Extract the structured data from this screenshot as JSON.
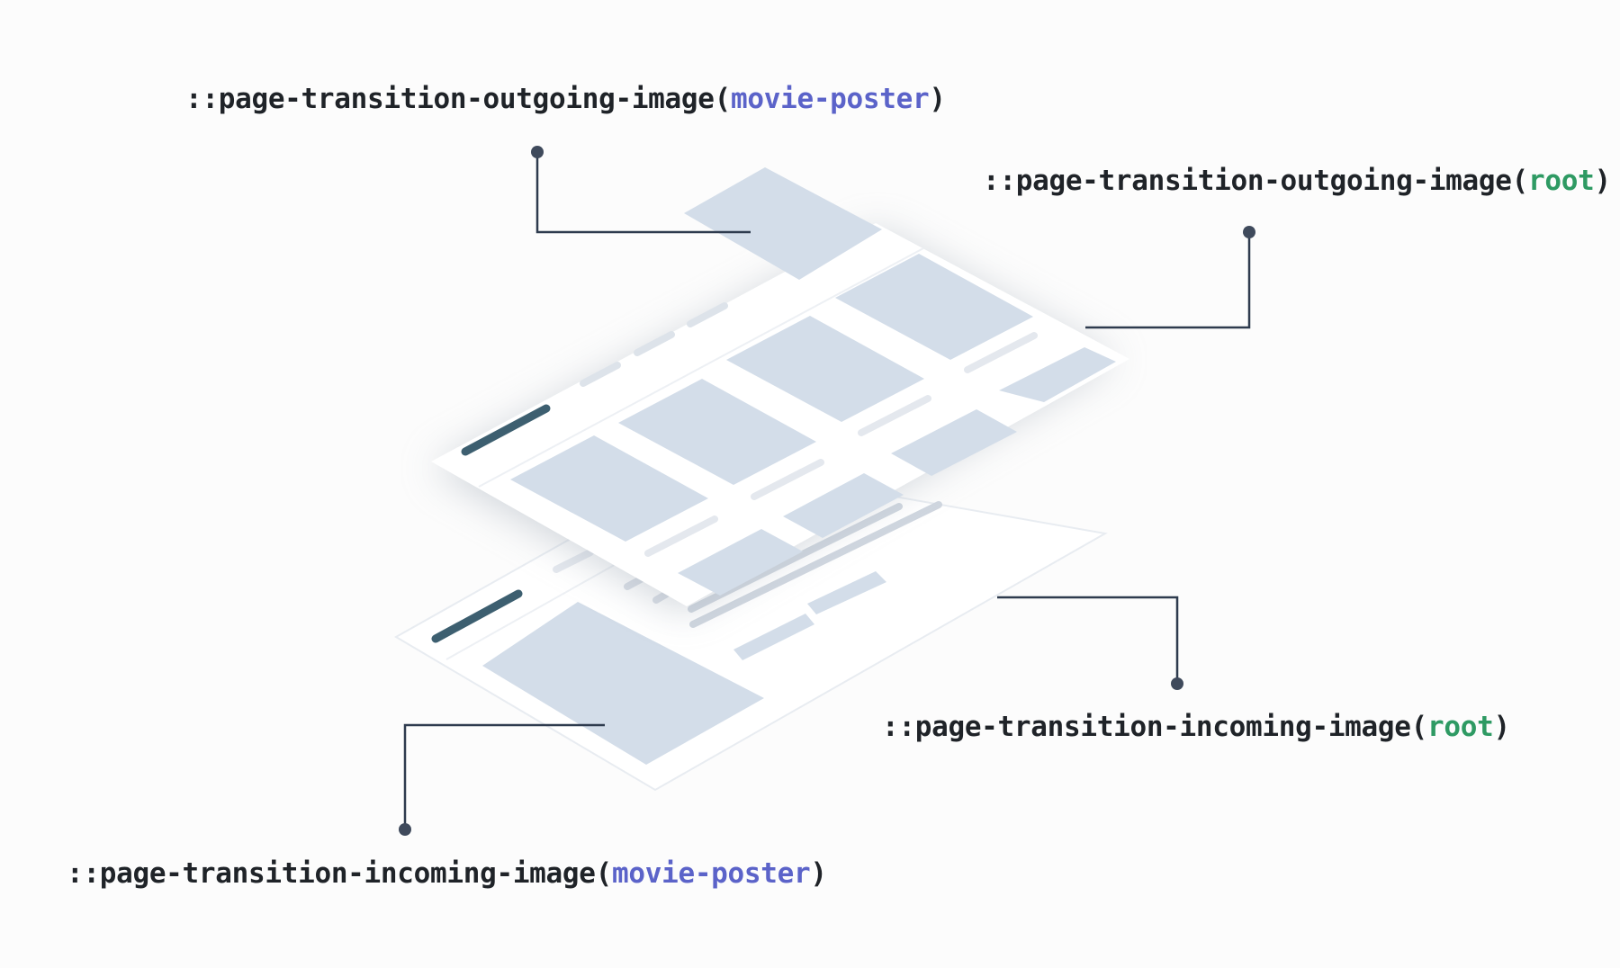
{
  "colors": {
    "text": "#1f2328",
    "arg_named": "#5b63c9",
    "arg_root": "#2e9a63",
    "connector": "#2e3b4e",
    "placeholder": "#d3dde9",
    "accent_bar": "#3d5f70",
    "page": "#ffffff"
  },
  "labels": {
    "outgoing_movie_poster": {
      "prefix": "::page-transition-outgoing-image(",
      "arg": "movie-poster",
      "suffix": ")"
    },
    "outgoing_root": {
      "prefix": "::page-transition-outgoing-image(",
      "arg": "root",
      "suffix": ")"
    },
    "incoming_root": {
      "prefix": "::page-transition-incoming-image(",
      "arg": "root",
      "suffix": ")"
    },
    "incoming_movie_poster": {
      "prefix": "::page-transition-incoming-image(",
      "arg": "movie-poster",
      "suffix": ")"
    }
  }
}
